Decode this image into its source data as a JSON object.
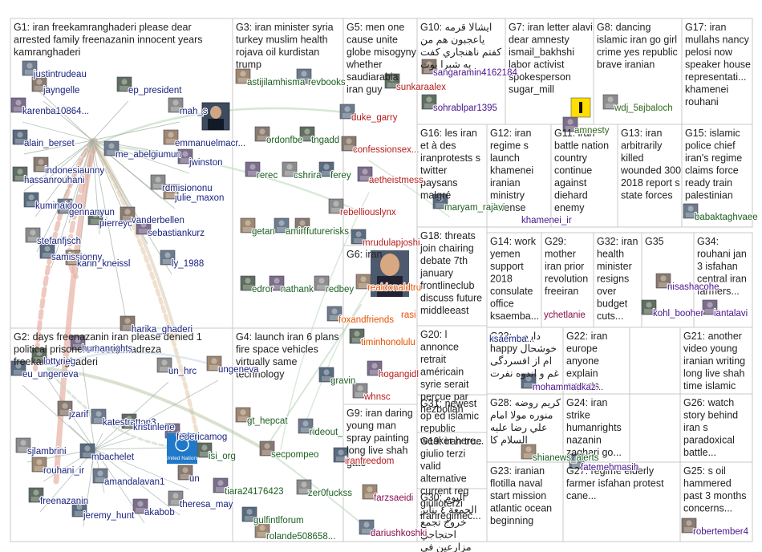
{
  "graph": {
    "groups": [
      {
        "id": "G1",
        "title": "G1: iran freekamranghaderi please dear arrested family freenazanin innocent years kamranghaderi"
      },
      {
        "id": "G2",
        "title": "G2: days freenazanin iran please denied 1 political prisoners freeahmadreza freekamranghaderi"
      },
      {
        "id": "G3",
        "title": "G3: iran minister syria turkey muslim health rojava oil kurdistan trump"
      },
      {
        "id": "G4",
        "title": "G4: launch iran 6 plans fire space vehicles virtually same technology"
      },
      {
        "id": "G5",
        "title": "G5: men one cause unite globe misogyny whether saudiarabia iran guy"
      },
      {
        "id": "G6",
        "title": "G6: iran"
      },
      {
        "id": "G7",
        "title": "G7: iran letter alavi dear amnesty ismail_bakhshi labor activist spokesperson sugar_mill"
      },
      {
        "id": "G8",
        "title": "G8: dancing islamic iran go girl crime yes republic brave iranian"
      },
      {
        "id": "G9",
        "title": "G9: iran daring young man spray painting long live shah gate"
      },
      {
        "id": "G10",
        "title": "G10: ايشالا قرمه ياعجبون هم من كفتم ناهنجاري كفت يه شبرا يوت"
      },
      {
        "id": "G11",
        "title": "G11: iran battle nation country continue against diehard enemy iranians..."
      },
      {
        "id": "G12",
        "title": "G12: iran regime s launch khamenei iranian ministry defense publicly..."
      },
      {
        "id": "G13",
        "title": "G13: iran arbitrarily killed wounded 300 2018 report s state forces"
      },
      {
        "id": "G14",
        "title": "G14: work yemen support 2018 consulate office ksaemba... issued 81 856"
      },
      {
        "id": "G15",
        "title": "G15: islamic police chief iran's regime claims force ready train palestinian"
      },
      {
        "id": "G16",
        "title": "G16: les iran et à des iranprotests s twitter paysans malgré"
      },
      {
        "id": "G17",
        "title": "G17: iran mullahs nancy pelosi now speaker house representati... khamenei rouhani"
      },
      {
        "id": "G18",
        "title": "G18: threats join chairing debate 7th january frontlineclub discuss future middleeast"
      },
      {
        "id": "G19",
        "title": "G19: iran true giulio terzi valid alternative current reg giulioterzi iranregimec..."
      },
      {
        "id": "G20",
        "title": "G20: l annonce retrait américain syrie serait perçue par hezbollah comme"
      },
      {
        "id": "G21",
        "title": "G21: another video young iranian writing long live shah time islamic"
      },
      {
        "id": "G22",
        "title": "G22: iran europe anyone explain exports"
      },
      {
        "id": "G23",
        "title": "G23: iranian flotilla naval start mission atlantic ocean beginning"
      },
      {
        "id": "G24",
        "title": "G24: iran strike humanrights nazanin zaghari go..."
      },
      {
        "id": "G25",
        "title": "G25: s oil hammered past 3 months concerns..."
      },
      {
        "id": "G26",
        "title": "G26: watch story behind iran s paradoxical battle..."
      },
      {
        "id": "G27",
        "title": "G27: regime elderly farmer isfahan protest cane..."
      },
      {
        "id": "G28",
        "title": "G28: كريم روضه منوره مولا امام علي رضا عليه السلام كا"
      },
      {
        "id": "G29",
        "title": "G29: mother iran prior revolution freeiran"
      },
      {
        "id": "G30",
        "title": "G30: اليوم الجمعة ٤ يناير خروج تجمع احتجاجي مزارعين في اصفهان"
      },
      {
        "id": "G31",
        "title": "G31: newest op ed islamic republic weaker here..."
      },
      {
        "id": "G32",
        "title": "G32: iran health minister resigns over budget cuts..."
      },
      {
        "id": "G33",
        "title": "G33: دارم و happy خوشحال ام از افسردگی غم و اندوه نفرت"
      },
      {
        "id": "G34",
        "title": "G34: rouhani jan 3 isfahan central iran farmers..."
      },
      {
        "id": "G35",
        "title": "G35"
      }
    ],
    "nodes": [
      {
        "label": "justintrudeau",
        "color": "#1a237e"
      },
      {
        "label": "jayngelle",
        "color": "#1a237e"
      },
      {
        "label": "ep_president",
        "color": "#1a237e"
      },
      {
        "label": "karenba10864...",
        "color": "#1a237e"
      },
      {
        "label": "mah_s",
        "color": "#1a237e"
      },
      {
        "label": "alain_berset",
        "color": "#1a237e"
      },
      {
        "label": "emmanuelmacr...",
        "color": "#1a237e"
      },
      {
        "label": "me_abelgiumun",
        "color": "#1a237e"
      },
      {
        "label": "indonesiaunny",
        "color": "#1a237e"
      },
      {
        "label": "hassanrouhani",
        "color": "#1a237e"
      },
      {
        "label": "jwinston",
        "color": "#1a237e"
      },
      {
        "label": "rdmisiononu",
        "color": "#1a237e"
      },
      {
        "label": "kuminaidoo",
        "color": "#1a237e"
      },
      {
        "label": "julie_maxon",
        "color": "#1a237e"
      },
      {
        "label": "gennanyun",
        "color": "#1a237e"
      },
      {
        "label": "vanderbellen",
        "color": "#1a237e"
      },
      {
        "label": "pierreyc",
        "color": "#1a237e"
      },
      {
        "label": "sebastiankurz",
        "color": "#1a237e"
      },
      {
        "label": "stefanfjsch",
        "color": "#1a237e"
      },
      {
        "label": "samissionny",
        "color": "#1a237e"
      },
      {
        "label": "karin_kneissl",
        "color": "#1a237e"
      },
      {
        "label": "ly_1988",
        "color": "#1a237e"
      },
      {
        "label": "harika_ghaderi",
        "color": "#1a237e"
      },
      {
        "label": "lottyrieg",
        "color": "#1a237e"
      },
      {
        "label": "humanrights",
        "color": "#1a237e"
      },
      {
        "label": "un_hrc",
        "color": "#1a237e"
      },
      {
        "label": "eu_ungeneva",
        "color": "#1a237e"
      },
      {
        "label": "ungeneva",
        "color": "#1a237e"
      },
      {
        "label": "katestratton3",
        "color": "#1a237e"
      },
      {
        "label": "jzarif",
        "color": "#1a237e"
      },
      {
        "label": "kristinlene",
        "color": "#1a237e"
      },
      {
        "label": "federicamog",
        "color": "#1a237e"
      },
      {
        "label": "sjlambrini",
        "color": "#1a237e"
      },
      {
        "label": "mbachelet",
        "color": "#1a237e"
      },
      {
        "label": "rouhani_ir",
        "color": "#1a237e"
      },
      {
        "label": "amandalavan1",
        "color": "#1a237e"
      },
      {
        "label": "un",
        "color": "#1a237e"
      },
      {
        "label": "freenazanin",
        "color": "#1a237e"
      },
      {
        "label": "akabob",
        "color": "#1a237e"
      },
      {
        "label": "theresa_may",
        "color": "#1a237e"
      },
      {
        "label": "jeremy_hunt",
        "color": "#1a237e"
      },
      {
        "label": "astijilamhisma",
        "color": "#1b5e20"
      },
      {
        "label": "revbooks",
        "color": "#1b5e20"
      },
      {
        "label": "ordonfbe",
        "color": "#1b5e20"
      },
      {
        "label": "tngadd",
        "color": "#1b5e20"
      },
      {
        "label": "rerec",
        "color": "#1b5e20"
      },
      {
        "label": "cshrira",
        "color": "#1b5e20"
      },
      {
        "label": "ferey",
        "color": "#1b5e20"
      },
      {
        "label": "getan",
        "color": "#1b5e20"
      },
      {
        "label": "amirfa",
        "color": "#1b5e20"
      },
      {
        "label": "futurerisks",
        "color": "#1b5e20"
      },
      {
        "label": "edror",
        "color": "#1b5e20"
      },
      {
        "label": "nathank",
        "color": "#1b5e20"
      },
      {
        "label": "redbey",
        "color": "#1b5e20"
      },
      {
        "label": "gravin",
        "color": "#1b5e20"
      },
      {
        "label": "gt_hepcat",
        "color": "#1b5e20"
      },
      {
        "label": "rideout_",
        "color": "#1b5e20"
      },
      {
        "label": "secpompeo",
        "color": "#1b5e20"
      },
      {
        "label": "isi_org",
        "color": "#1b5e20"
      },
      {
        "label": "tiara24176423",
        "color": "#1b5e20"
      },
      {
        "label": "zer0fuckss",
        "color": "#1b5e20"
      },
      {
        "label": "gulfintlforum",
        "color": "#1b5e20"
      },
      {
        "label": "rolande508658...",
        "color": "#1b5e20"
      },
      {
        "label": "duke_garry",
        "color": "#b71c1c"
      },
      {
        "label": "confessionsex...",
        "color": "#b71c1c"
      },
      {
        "label": "sunkaraalex",
        "color": "#b71c1c"
      },
      {
        "label": "aetheistmess",
        "color": "#b71c1c"
      },
      {
        "label": "rebelliouslynx",
        "color": "#b71c1c"
      },
      {
        "label": "mrudulapjoshi",
        "color": "#b71c1c"
      },
      {
        "label": "realdonaldtru",
        "color": "#e65100"
      },
      {
        "label": "foxandfriends",
        "color": "#e65100"
      },
      {
        "label": "rasi",
        "color": "#e65100"
      },
      {
        "label": "timinhonolulu",
        "color": "#e65100"
      },
      {
        "label": "hogangidl",
        "color": "#b71c1c"
      },
      {
        "label": "whnsc",
        "color": "#b71c1c"
      },
      {
        "label": "iranfreedom",
        "color": "#b71c1c"
      },
      {
        "label": "farzsaeidi",
        "color": "#880e4f"
      },
      {
        "label": "dariushkoshki",
        "color": "#880e4f"
      },
      {
        "label": "sangaramin4162184",
        "color": "#4a148c"
      },
      {
        "label": "sohrablpar1395",
        "color": "#4a148c"
      },
      {
        "label": "amnesty",
        "color": "#33691e"
      },
      {
        "label": "wdj_5вjbaloch",
        "color": "#33691e"
      },
      {
        "label": "maryam_rajavi",
        "color": "#1b5e20"
      },
      {
        "label": "khamenei_ir",
        "color": "#4a148c"
      },
      {
        "label": "babaktaghvaee",
        "color": "#1b5e20"
      },
      {
        "label": "nisashacohe",
        "color": "#4a148c"
      },
      {
        "label": "kohl_booher",
        "color": "#4a148c"
      },
      {
        "label": "iantalavi",
        "color": "#4a148c"
      },
      {
        "label": "ychetlanie",
        "color": "#880e4f"
      },
      {
        "label": "mohammadkaz...",
        "color": "#4a148c"
      },
      {
        "label": "shianews_alerts",
        "color": "#1b5e20"
      },
      {
        "label": "fatemehmasih",
        "color": "#4a148c"
      },
      {
        "label": "robertember4",
        "color": "#4a148c"
      },
      {
        "label": "ksaemba...",
        "color": "#1a237e"
      }
    ]
  }
}
